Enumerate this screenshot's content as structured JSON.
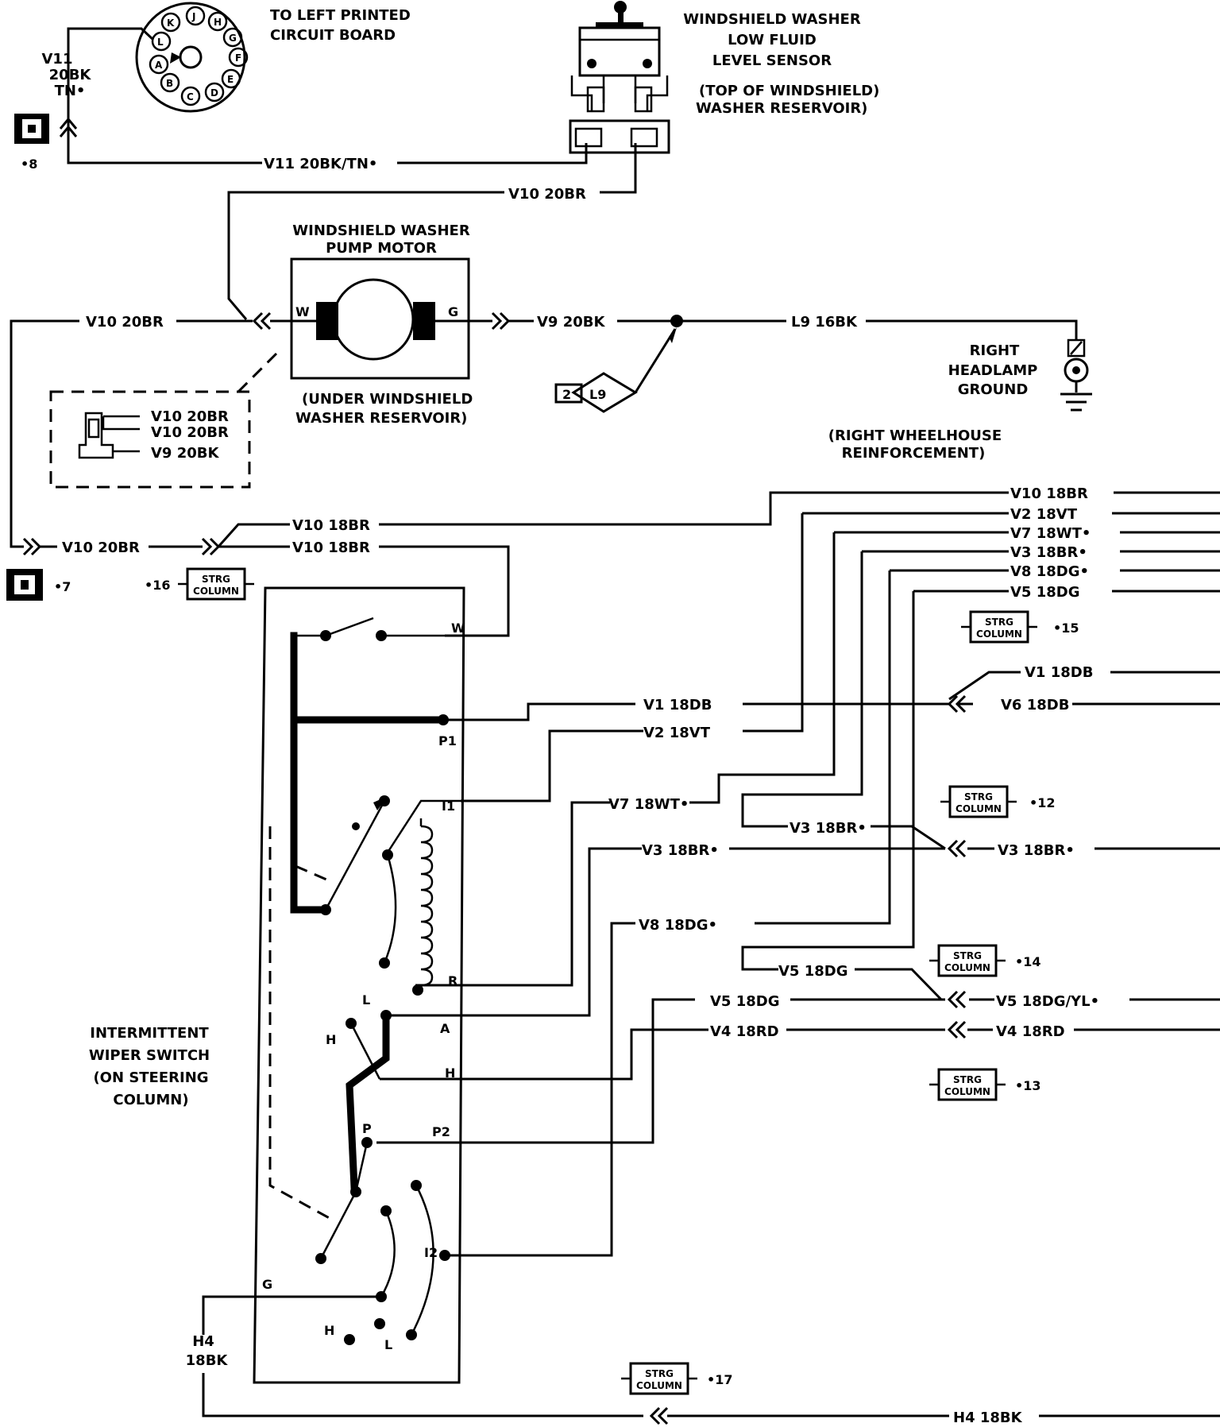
{
  "connector_top": {
    "pins": [
      "K",
      "J",
      "H",
      "G",
      "F",
      "E",
      "D",
      "C",
      "B",
      "A",
      "L"
    ],
    "label_l1": "TO LEFT PRINTED",
    "label_l2": "CIRCUIT BOARD",
    "v11_l1": "V11",
    "v11_l2": "20BK",
    "v11_l3": "TN•",
    "splice_8": "•8"
  },
  "sensor": {
    "l1": "WINDSHIELD WASHER",
    "l2": "LOW FLUID",
    "l3": "LEVEL SENSOR",
    "loc1": "(TOP OF WINDSHIELD)",
    "loc2": "WASHER RESERVOIR)"
  },
  "pump": {
    "l1": "WINDSHIELD WASHER",
    "l2": "PUMP MOTOR",
    "pin_w": "W",
    "pin_g": "G",
    "loc1": "(UNDER WINDSHIELD",
    "loc2": "WASHER RESERVOIR)"
  },
  "pump_inset": {
    "w1": "V10 20BR",
    "w2": "V10 20BR",
    "w3": "V9 20BK"
  },
  "ground": {
    "l1": "RIGHT",
    "l2": "HEADLAMP",
    "l3": "GROUND",
    "loc1": "(RIGHT WHEELHOUSE",
    "loc2": "REINFORCEMENT)",
    "ref_num": "2",
    "ref_circuit": "L9"
  },
  "wires": {
    "v11_bus": "V11 20BK/TN•",
    "v10_top": "V10 20BR",
    "v10_left": "V10 20BR",
    "v9": "V9 20BK",
    "l9": "L9 16BK",
    "v10_lower": "V10 20BR",
    "v10_18a": "V10 18BR",
    "v10_18b": "V10 18BR",
    "bus_v10": "V10 18BR",
    "bus_v2": "V2 18VT",
    "bus_v7": "V7 18WT•",
    "bus_v3": "V3 18BR•",
    "bus_v8": "V8 18DG•",
    "bus_v5": "V5 18DG",
    "v1_right": "V1 18DB",
    "v6": "V6 18DB",
    "v1": "V1 18DB",
    "v2": "V2 18VT",
    "v7": "V7 18WT•",
    "v3_upper": "V3 18BR•",
    "v3_right": "V3 18BR•",
    "v3": "V3 18BR•",
    "v8": "V8 18DG•",
    "v5_upper": "V5 18DG",
    "v5_right": "V5 18DG/YL•",
    "v5": "V5 18DG",
    "v4": "V4 18RD",
    "v4_right": "V4 18RD",
    "h4_l1": "H4",
    "h4_l2": "18BK",
    "h4_bottom": "H4 18BK"
  },
  "splices": {
    "s7": "•7",
    "s16": "•16",
    "s15": "•15",
    "s12": "•12",
    "s14": "•14",
    "s13": "•13",
    "s17": "•17",
    "strg_l1": "STRG",
    "strg_l2": "COLUMN"
  },
  "switch": {
    "name_l1": "INTERMITTENT",
    "name_l2": "WIPER SWITCH",
    "name_l3": "(ON STEERING",
    "name_l4": "COLUMN)",
    "pin_w": "W",
    "pin_p1": "P1",
    "pin_i1": "I1",
    "pin_r": "R",
    "pin_l": "L",
    "pin_a": "A",
    "pin_h_left": "H",
    "pin_h": "H",
    "pin_p": "P",
    "pin_p2": "P2",
    "pin_i2": "I2",
    "pin_g": "G",
    "pin_h_bottom": "H",
    "pin_l_bottom": "L"
  }
}
